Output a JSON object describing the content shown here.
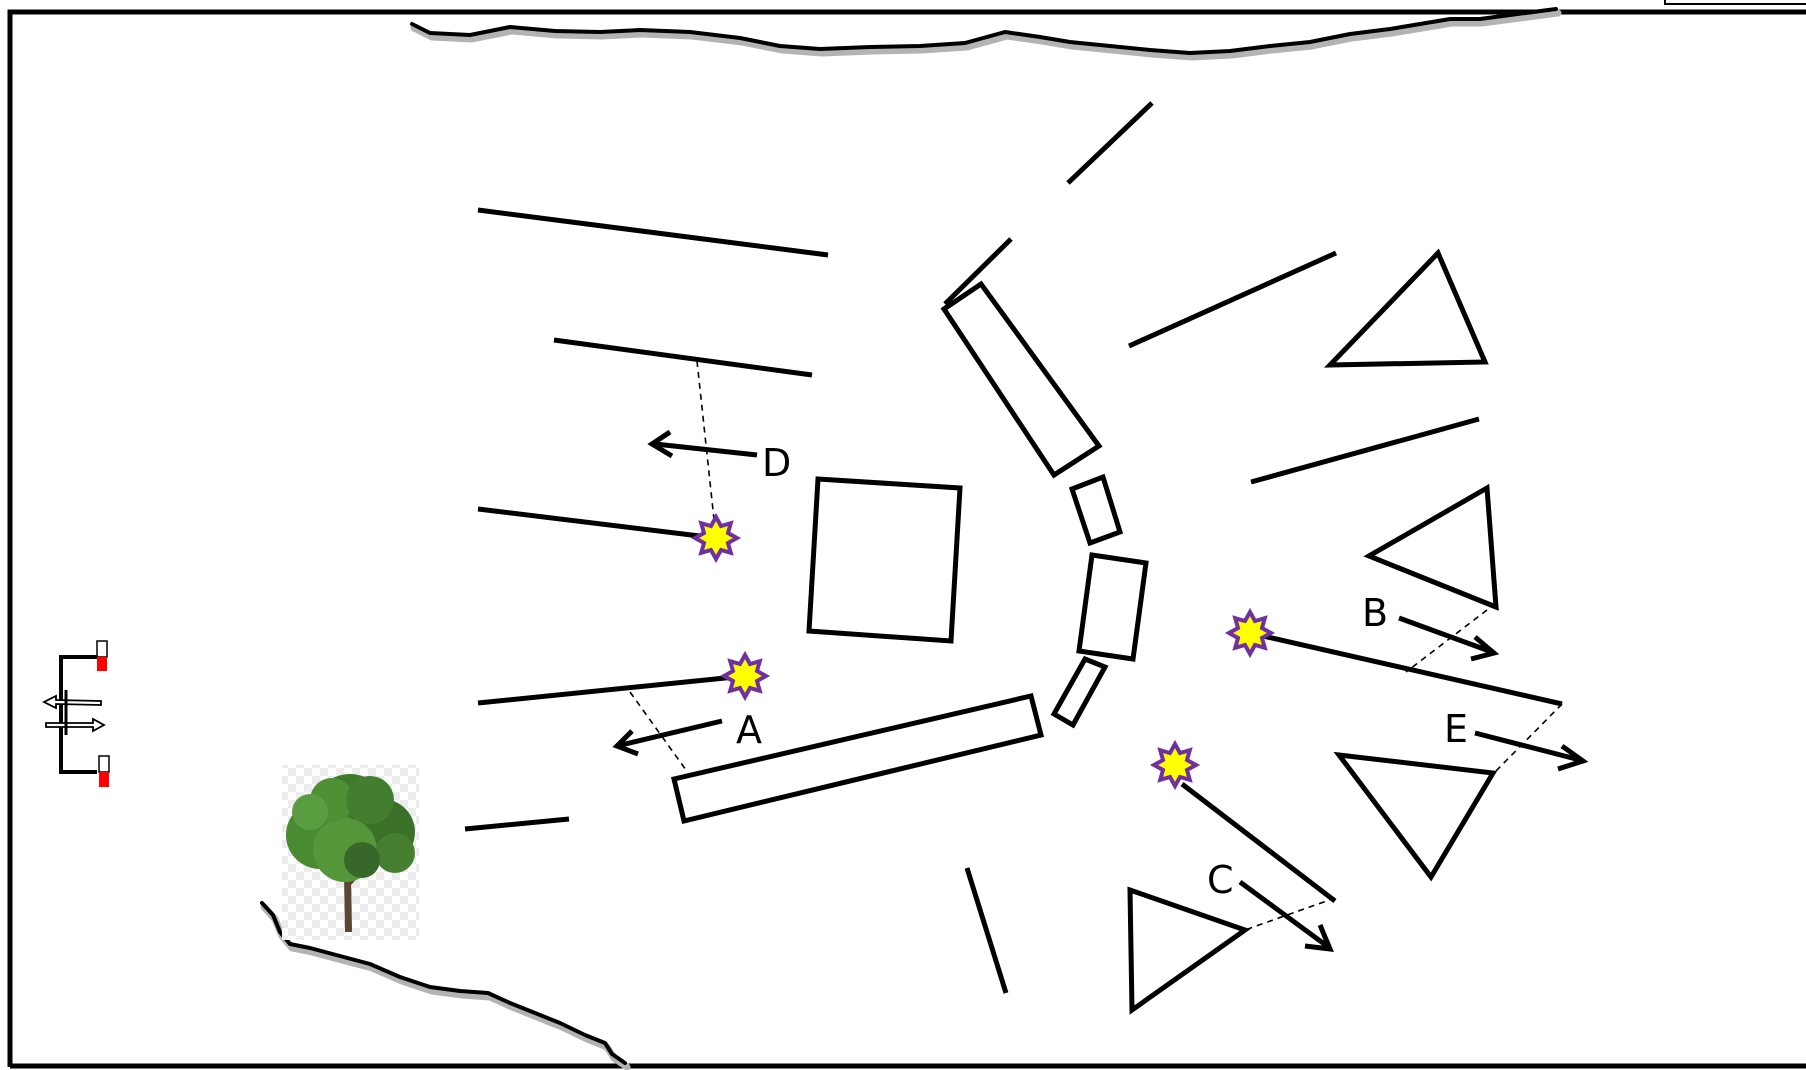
{
  "labels": {
    "a": "A",
    "b": "B",
    "c": "C",
    "d": "D",
    "e": "E"
  },
  "icons": {
    "marker": "star-burst-icon",
    "tree": "tree-icon",
    "base": "spawn-gate-icon"
  },
  "colors": {
    "stroke": "#000000",
    "background": "#ffffff",
    "marker_fill": "#ffff00",
    "marker_outline": "#7030a0",
    "base_flag": "#ff0000",
    "tree_leaves": "#3f7a2c",
    "tree_trunk": "#5a4632"
  }
}
